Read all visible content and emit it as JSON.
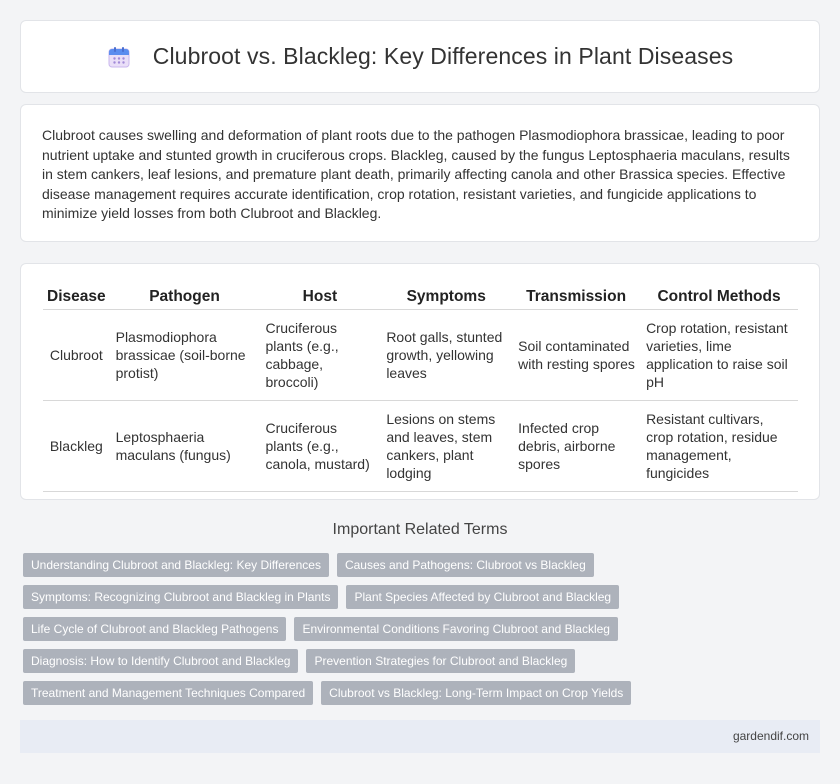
{
  "header": {
    "title": "Clubroot vs. Blackleg: Key Differences in Plant Diseases"
  },
  "intro": {
    "text": "Clubroot causes swelling and deformation of plant roots due to the pathogen Plasmodiophora brassicae, leading to poor nutrient uptake and stunted growth in cruciferous crops. Blackleg, caused by the fungus Leptosphaeria maculans, results in stem cankers, leaf lesions, and premature plant death, primarily affecting canola and other Brassica species. Effective disease management requires accurate identification, crop rotation, resistant varieties, and fungicide applications to minimize yield losses from both Clubroot and Blackleg."
  },
  "table": {
    "headers": [
      "Disease",
      "Pathogen",
      "Host",
      "Symptoms",
      "Transmission",
      "Control Methods"
    ],
    "rows": [
      [
        "Clubroot",
        "Plasmodiophora brassicae (soil-borne protist)",
        "Cruciferous plants (e.g., cabbage, broccoli)",
        "Root galls, stunted growth, yellowing leaves",
        "Soil contaminated with resting spores",
        "Crop rotation, resistant varieties, lime application to raise soil pH"
      ],
      [
        "Blackleg",
        "Leptosphaeria maculans (fungus)",
        "Cruciferous plants (e.g., canola, mustard)",
        "Lesions on stems and leaves, stem cankers, plant lodging",
        "Infected crop debris, airborne spores",
        "Resistant cultivars, crop rotation, residue management, fungicides"
      ]
    ]
  },
  "related": {
    "title": "Important Related Terms",
    "rows": [
      [
        "Understanding Clubroot and Blackleg: Key Differences",
        "Causes and Pathogens: Clubroot vs Blackleg"
      ],
      [
        "Symptoms: Recognizing Clubroot and Blackleg in Plants",
        "Plant Species Affected by Clubroot and Blackleg"
      ],
      [
        "Life Cycle of Clubroot and Blackleg Pathogens",
        "Environmental Conditions Favoring Clubroot and Blackleg"
      ],
      [
        "Diagnosis: How to Identify Clubroot and Blackleg",
        "Prevention Strategies for Clubroot and Blackleg"
      ],
      [
        "Treatment and Management Techniques Compared",
        "Clubroot vs Blackleg: Long-Term Impact on Crop Yields"
      ]
    ]
  },
  "footer": {
    "site": "gardendif.com"
  },
  "icons": {
    "header_icon": "calendar-icon"
  },
  "colors": {
    "tag_bg": "#adb2bb",
    "footer_bg": "#e8ecf4",
    "calendar_top": "#5b8def",
    "calendar_body": "#e9defa"
  }
}
